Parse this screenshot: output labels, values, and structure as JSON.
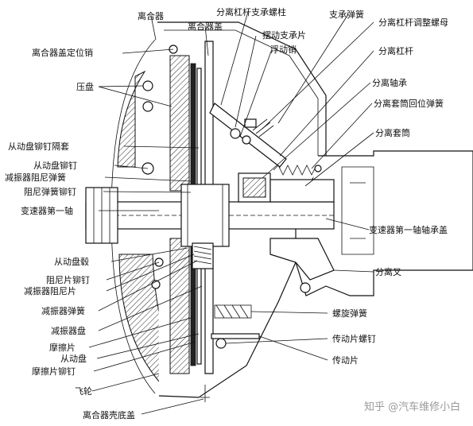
{
  "labels": {
    "clutch": "离合器",
    "clutch_cover": "离合器盖",
    "lever_stud": "分离杠杆支承螺柱",
    "support_spring": "支承弹簧",
    "lever_adjust_nut": "分离杠杆调整螺母",
    "cover_locating_pin": "离合器盖定位销",
    "swing_plate": "摆动支承片",
    "floating_pin": "浮动销",
    "release_lever": "分离杠杆",
    "pressure_plate": "压盘",
    "release_bearing": "分离轴承",
    "sleeve_return_spring": "分离套筒回位弹簧",
    "release_sleeve": "分离套筒",
    "driven_rivet_spacer": "从动盘铆钉隔套",
    "driven_rivet": "从动盘铆钉",
    "damper_friction_spring": "减振器阻尼弹簧",
    "damper_spring_rivet": "阻尼弹簧铆钉",
    "trans_input_shaft": "变速器第一轴",
    "input_shaft_bearing_cover": "变速器第一轴轴承盖",
    "driven_hub": "从动盘毂",
    "damper_plate_rivet": "阻尼片铆钉",
    "damper_plate": "减振器阻尼片",
    "damper_spring": "减振器弹簧",
    "damper_disc": "减振器盘",
    "friction_lining": "摩擦片",
    "driven_disc": "从动盘",
    "lining_rivet": "摩擦片铆钉",
    "flywheel": "飞轮",
    "housing_bottom_cover": "离合器壳底盖",
    "release_fork": "分离叉",
    "coil_spring": "螺旋弹簧",
    "drive_plate_bolt": "传动片螺钉",
    "drive_plate": "传动片"
  },
  "watermark": "知乎 @汽车维修小白"
}
